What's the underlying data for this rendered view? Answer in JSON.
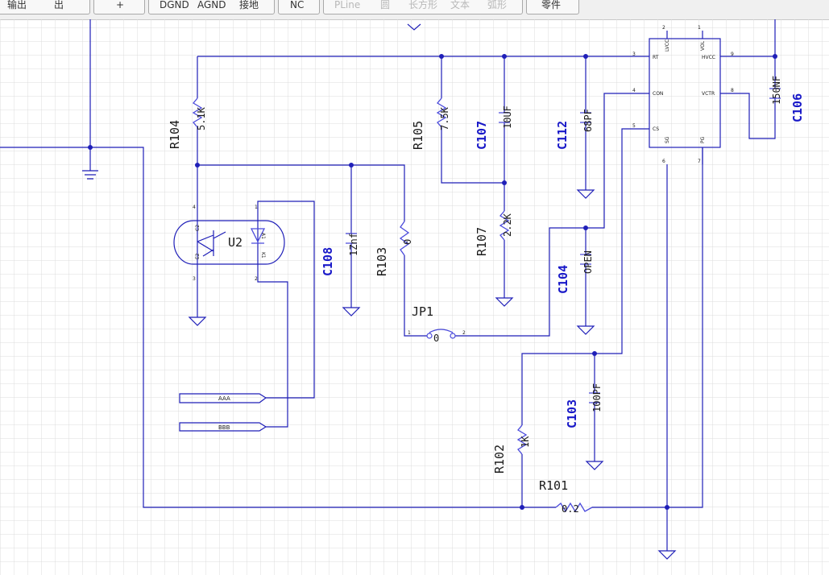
{
  "toolbar": {
    "buttons": [
      {
        "id": "output",
        "segments": [
          "输出",
          "出"
        ]
      },
      {
        "id": "plus",
        "segments": [
          "+"
        ]
      },
      {
        "id": "ground",
        "segments": [
          "DGND",
          "AGND",
          "接地"
        ]
      },
      {
        "id": "nc",
        "segments": [
          "NC"
        ]
      },
      {
        "id": "draw",
        "segments": [
          "PLine",
          "圆",
          "长方形",
          "文本",
          "弧形"
        ],
        "disabled": true
      },
      {
        "id": "parts",
        "segments": [
          "零件"
        ]
      }
    ]
  },
  "schematic": {
    "components": [
      {
        "id": "R104",
        "ref": "R104",
        "value": "5.1K"
      },
      {
        "id": "R105",
        "ref": "R105",
        "value": "7.5K"
      },
      {
        "id": "C107",
        "ref": "C107",
        "value": "10UF"
      },
      {
        "id": "C112",
        "ref": "C112",
        "value": "68PF"
      },
      {
        "id": "C106",
        "ref": "C106",
        "value": "150NF"
      },
      {
        "id": "R107",
        "ref": "R107",
        "value": "2.2K"
      },
      {
        "id": "C108",
        "ref": "C108",
        "value": "1Znf"
      },
      {
        "id": "R103",
        "ref": "R103",
        "value": "0"
      },
      {
        "id": "C104",
        "ref": "C104",
        "value": "OPEN"
      },
      {
        "id": "JP1",
        "ref": "JP1",
        "value": "0"
      },
      {
        "id": "C103",
        "ref": "C103",
        "value": "100PF"
      },
      {
        "id": "R102",
        "ref": "R102",
        "value": "1K"
      },
      {
        "id": "R101",
        "ref": "R101",
        "value": "0.2"
      },
      {
        "id": "U2",
        "ref": "U2",
        "value": ""
      }
    ],
    "ic": {
      "left_pins": [
        {
          "num": "3",
          "name": "RT"
        },
        {
          "num": "4",
          "name": "CON"
        },
        {
          "num": "5",
          "name": "CS"
        }
      ],
      "right_pins": [
        {
          "num": "9",
          "name": "HVCC"
        },
        {
          "num": "8",
          "name": "VCTR"
        }
      ],
      "top_pins": [
        {
          "num": "2",
          "name": "LVCC"
        },
        {
          "num": "1",
          "name": "VOL"
        }
      ],
      "bottom_pins": [
        {
          "num": "6",
          "name": "SG"
        },
        {
          "num": "7",
          "name": "PG"
        }
      ]
    },
    "u2_pins": {
      "p4": "4",
      "p3": "3",
      "p1": "1",
      "p2": "2",
      "a1": "A1",
      "k1": "K1",
      "e2": "E2",
      "c2": "C2"
    },
    "jp1_pins": {
      "p1": "1",
      "p2": "2"
    },
    "net_labels": [
      {
        "id": "AAA",
        "text": "AAA"
      },
      {
        "id": "BBB",
        "text": "BBB"
      }
    ]
  }
}
